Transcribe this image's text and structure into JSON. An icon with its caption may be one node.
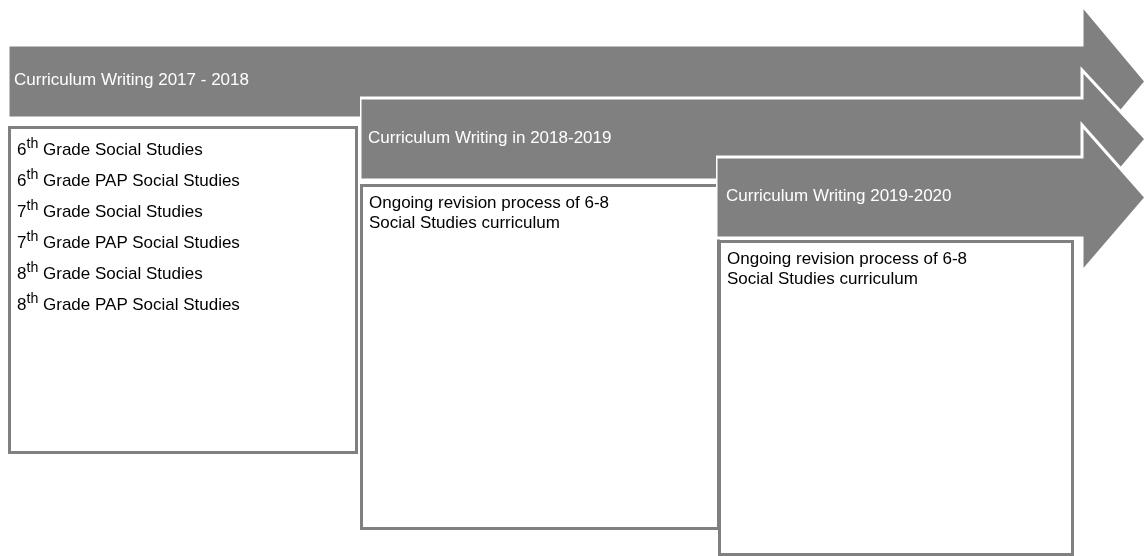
{
  "diagram": {
    "nodes": [
      {
        "text": [
          "Curriculum Writing 2017 - 2018"
        ]
      },
      {
        "text": [
          "6$^{th}$ Grade Social Studies",
          "6$^{th}$ Grade PAP Social Studies",
          "7$^{th}$ Grade Social Studies",
          "7$^{th}$ Grade PAP Social Studies",
          "8$^{th}$ Grade Social Studies",
          "8$^{th}$ Grade PAP Social Studies"
        ]
      },
      {
        "text": [
          "Curriculum Writing in 2018-2019"
        ]
      },
      {
        "text": [
          "Ongoing revision process of 6-8 Social Studies curriculum"
        ]
      },
      {
        "text": [
          "Curriculum Writing 2019-2020"
        ]
      },
      {
        "text": [
          "Ongoing revision process of 6-8 Social Studies curriculum"
        ]
      }
    ]
  }
}
